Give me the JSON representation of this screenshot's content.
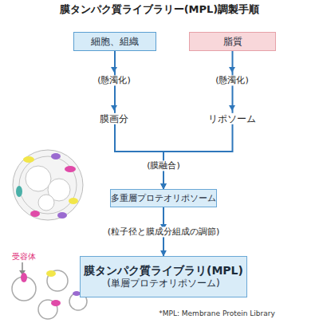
{
  "diagram": {
    "title": "膜タンパク質ライブラリー(MPL)調製手順",
    "nodes": [
      {
        "text": [
          "細胞、組織"
        ]
      },
      {
        "text": [
          "脂質"
        ]
      },
      {
        "text": [
          "多重層プロテオリポソーム"
        ]
      },
      {
        "text": [
          "膜タンパク質ライブラリ(MPL)",
          "(単層プロテオリポソーム)"
        ]
      }
    ],
    "edges": [
      {
        "from": 0,
        "to": 2,
        "arrow": "to"
      },
      {
        "from": 1,
        "to": 2,
        "arrow": "to"
      },
      {
        "from": 2,
        "to": 3,
        "label": "(粒子径と膜成分組成の調節)",
        "arrow": "to"
      }
    ],
    "labels": [
      "(懸濁化)",
      "膜画分",
      "(懸濁化)",
      "リポソーム",
      "(膜融合)",
      "受容体",
      "*MPL: Membrane Protein Library"
    ]
  }
}
